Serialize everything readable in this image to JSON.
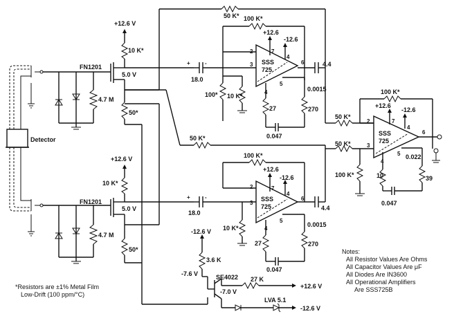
{
  "supplies": {
    "v_pos_top": "+12.6 V",
    "v_pos_mid": "+12.6 V",
    "v_neg_bottom": "-12.6 V",
    "v_pos_bottom_out": "+12.6 V",
    "v_neg_out": "-12.6 V",
    "node_5v_top": "5.0 V",
    "node_5v_bottom": "5.0 V",
    "node_neg_76": "-7.6 V",
    "node_neg_70": "-7.0 V"
  },
  "components": {
    "fet_top": "FN1201",
    "fet_bottom": "FN1201",
    "detector": "Detector",
    "r_10k_top": "10 K*",
    "r_10k_mid": "10 K*",
    "r_47m_top": "4.7 M",
    "r_47m_bottom": "4.7 M",
    "r_50_top": "50*",
    "r_50_bottom": "50*",
    "r_50k_top": "50 K*",
    "r_100k_a": "100 K*",
    "r_100_a": "100*",
    "r_10k_a": "10 K*",
    "r_27_a": "27",
    "r_270_a": "270",
    "c_0047_a": "0.047",
    "c_00015_a": "0.0015",
    "c_18_a": "18.0",
    "c_44_a": "4.4",
    "r_50k_mid": "50 K*",
    "r_100k_b": "100 K*",
    "r_10k_b": "10 K*",
    "r_27_b": "27",
    "r_270_b": "270",
    "c_0047_b": "0.047",
    "c_00015_b": "0.0015",
    "c_18_b": "18.0",
    "c_44_b": "4.4",
    "r_100k_c": "100 K*",
    "r_50k_c1": "50 K*",
    "r_50k_c2": "50 K*",
    "r_100k_c_gnd": "100 K*",
    "r_10_c": "10",
    "r_39_c": "39",
    "c_0047_c": "0.047",
    "c_0022_c": "0.022",
    "opamp_name_1": "SSS",
    "opamp_num_1": "725",
    "opamp_name_2": "SSS",
    "opamp_num_2": "725",
    "opamp_name_3": "SSS",
    "opamp_num_3": "725",
    "opamp_a_vpos": "+12.6",
    "opamp_a_vneg": "-12.6",
    "opamp_b_vpos": "+12.6",
    "opamp_b_vneg": "-12.6",
    "opamp_c_vpos": "+12.6",
    "opamp_c_vneg": "-12.6",
    "transistor": "SE4022",
    "r_36k": "3.6 K",
    "r_27k": "27 K",
    "zener": "LVA 5.1"
  },
  "pins": {
    "p2": "2",
    "p3": "3",
    "p4": "4",
    "p5": "5",
    "p6": "6",
    "p7": "7"
  },
  "notes": {
    "heading": "Notes:",
    "line1": "All Resistor Values Are Ohms",
    "line2": "All Capacitor Values Are μF",
    "line3": "All Diodes Are IN3600",
    "line4": "All Operational Amplifiers",
    "line5": "Are SSS725B"
  },
  "footnote": {
    "line1": "*Resistors are ±1% Metal Film",
    "line2": "Low-Drift (100 ppm/°C)"
  }
}
